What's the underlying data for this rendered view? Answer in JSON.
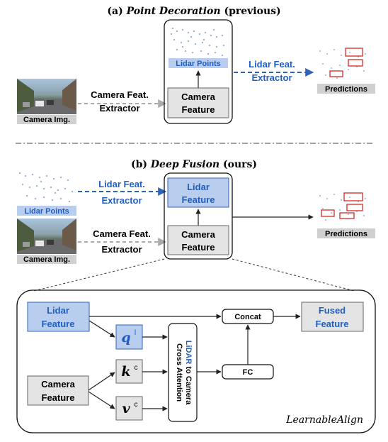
{
  "section_a": {
    "title_prefix": "(a) ",
    "title_italic": "Point Decoration",
    "title_suffix": " (previous)",
    "camera_img_label": "Camera Img.",
    "camera_extractor_line1": "Camera Feat.",
    "camera_extractor_line2": "Extractor",
    "lidar_points_label": "Lidar Points",
    "camera_feature_line1": "Camera",
    "camera_feature_line2": "Feature",
    "lidar_extractor_line1": "Lidar Feat.",
    "lidar_extractor_line2": "Extractor",
    "predictions_label": "Predictions"
  },
  "section_b": {
    "title_prefix": "(b) ",
    "title_italic": "Deep Fusion",
    "title_suffix": " (ours)",
    "lidar_points_label": "Lidar Points",
    "lidar_extractor_line1": "Lidar Feat.",
    "lidar_extractor_line2": "Extractor",
    "camera_img_label": "Camera Img.",
    "camera_extractor_line1": "Camera Feat.",
    "camera_extractor_line2": "Extractor",
    "lidar_feature_line1": "Lidar",
    "lidar_feature_line2": "Feature",
    "camera_feature_line1": "Camera",
    "camera_feature_line2": "Feature",
    "predictions_label": "Predictions"
  },
  "learnable_align": {
    "lidar_feature_line1": "Lidar",
    "lidar_feature_line2": "Feature",
    "camera_feature_line1": "Camera",
    "camera_feature_line2": "Feature",
    "q_base": "q",
    "q_sup": "l",
    "k_base": "k",
    "k_sup": "c",
    "v_base": "v",
    "v_sup": "c",
    "attention_lidar": "LiDAR",
    "attention_rest": " to Camera",
    "attention_line2": "Cross Attention",
    "concat_label": "Concat",
    "fc_label": "FC",
    "fused_line1": "Fused",
    "fused_line2": "Feature",
    "module_name": "LearnableAlign"
  },
  "colors": {
    "blue_text": "#1f5fc4",
    "blue_fill": "#b9cdee",
    "blue_stroke": "#2e63b8",
    "gray_fill": "#e4e4e4",
    "gray_stroke": "#666666",
    "dashed_gray": "#aaaaaa",
    "prediction_red": "#d42a2a"
  }
}
